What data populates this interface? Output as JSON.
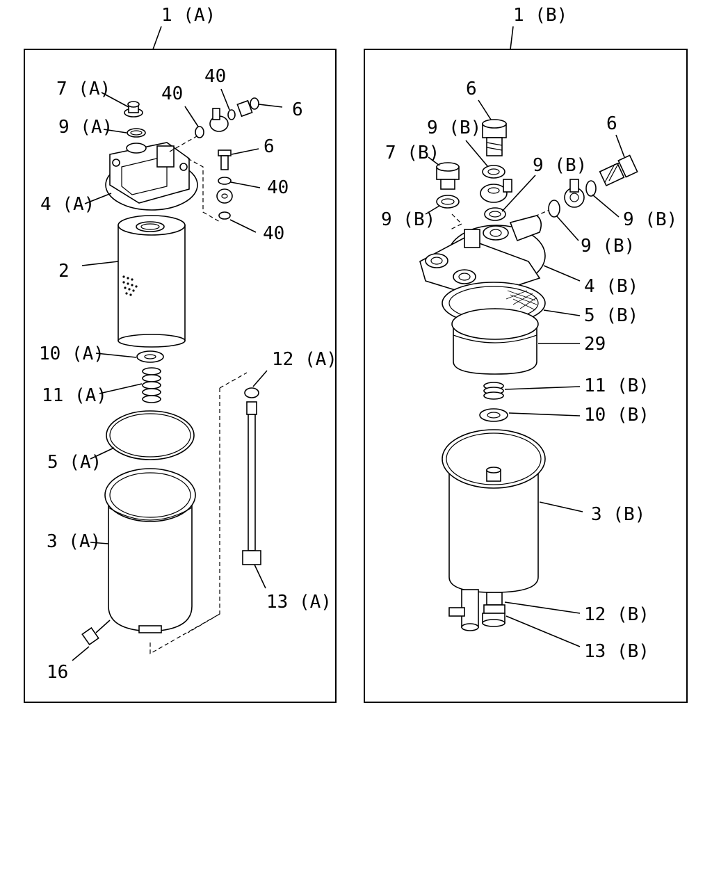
{
  "assemblies": {
    "a": {
      "title": "1 (A)"
    },
    "b": {
      "title": "1 (B)"
    }
  },
  "labels_a": {
    "p7a": "7 (A)",
    "p9a": "9 (A)",
    "p40_top": "40",
    "p40_upper": "40",
    "p6_top": "6",
    "p6_mid": "6",
    "p40_mid": "40",
    "p4a": "4 (A)",
    "p40_low": "40",
    "p2": "2",
    "p10a": "10 (A)",
    "p12a": "12 (A)",
    "p11a": "11 (A)",
    "p5a": "5 (A)",
    "p3a": "3 (A)",
    "p13a": "13 (A)",
    "p16": "16"
  },
  "labels_b": {
    "p6_top": "6",
    "p6_right": "6",
    "p9b_upper": "9 (B)",
    "p7b": "7 (B)",
    "p9b_mid": "9 (B)",
    "p9b_left": "9 (B)",
    "p9b_right": "9 (B)",
    "p9b_low": "9 (B)",
    "p4b": "4 (B)",
    "p5b": "5 (B)",
    "p29": "29",
    "p11b": "11 (B)",
    "p10b": "10 (B)",
    "p3b": "3 (B)",
    "p12b": "12 (B)",
    "p13b": "13 (B)"
  }
}
